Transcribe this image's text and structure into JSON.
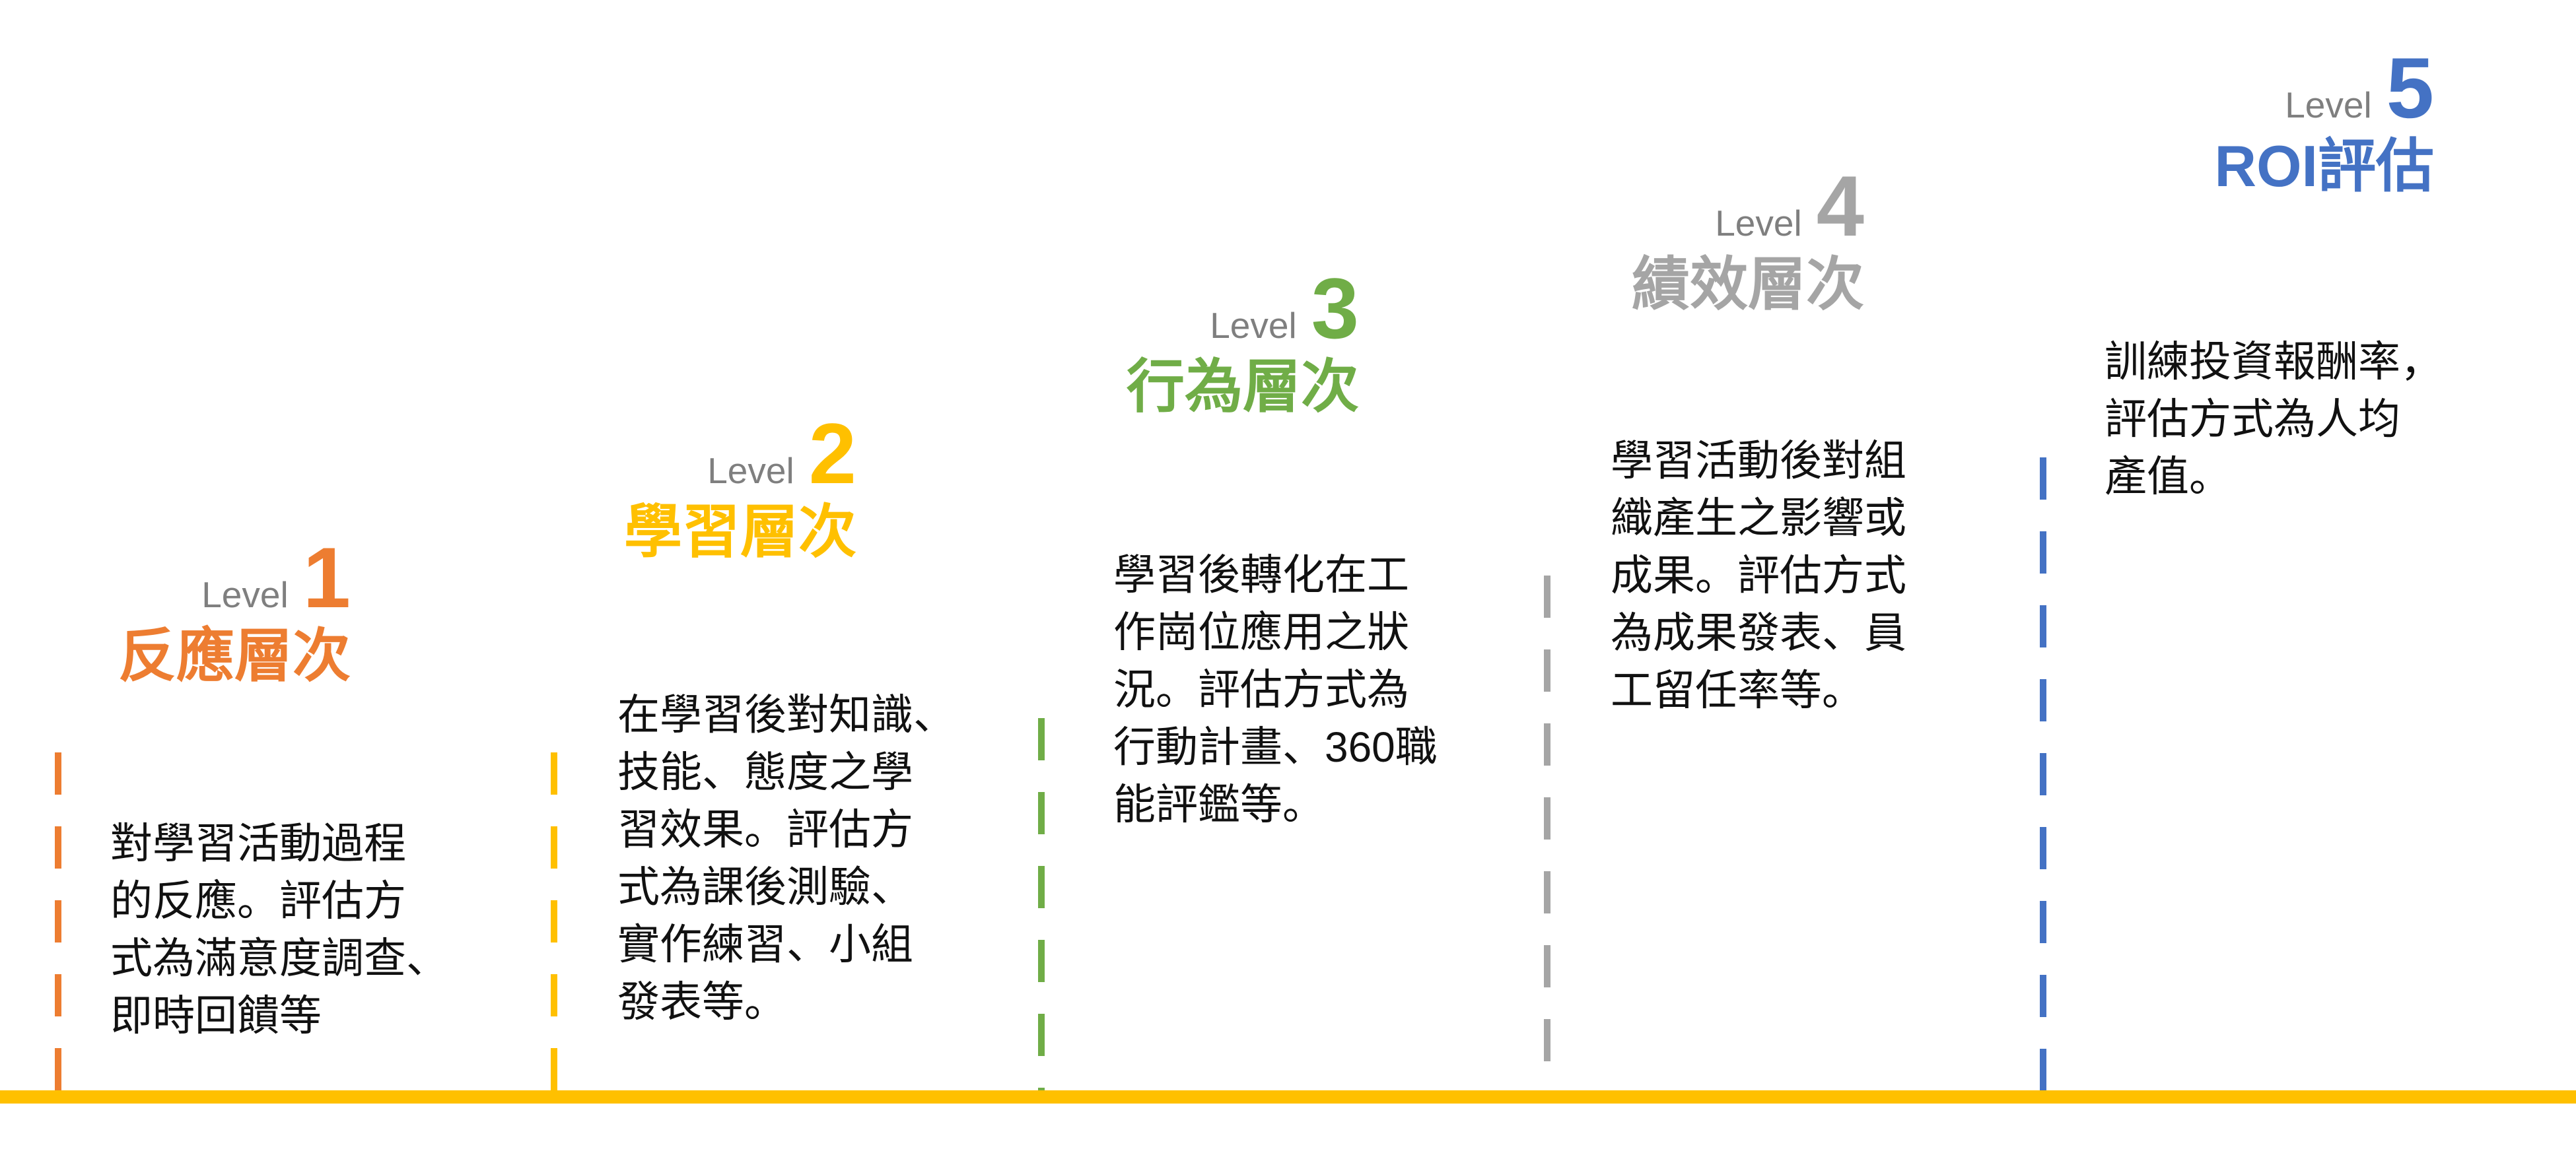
{
  "colors": {
    "l1": "#ED7D31",
    "l2": "#FFC000",
    "l3": "#70AD47",
    "l4": "#A5A5A5",
    "l5": "#4472C4",
    "axis": "#FFC000"
  },
  "levels": [
    {
      "word": "Level",
      "num": "1",
      "title": "反應層次",
      "lines": [
        "對學習活動過程",
        "的反應。評估方",
        "式為滿意度調查、",
        "即時回饋等"
      ]
    },
    {
      "word": "Level",
      "num": "2",
      "title": "學習層次",
      "lines": [
        "在學習後對知識、",
        "技能、態度之學",
        "習效果。評估方",
        "式為課後測驗、",
        "實作練習、小組",
        "發表等。"
      ]
    },
    {
      "word": "Level",
      "num": "3",
      "title": "行為層次",
      "lines": [
        "學習後轉化在工",
        "作崗位應用之狀",
        "況。評估方式為",
        "行動計畫、360職",
        "能評鑑等。"
      ]
    },
    {
      "word": "Level",
      "num": "4",
      "title": "績效層次",
      "lines": [
        "學習活動後對組",
        "織產生之影響或",
        "成果。評估方式",
        "為成果發表、員",
        "工留任率等。"
      ]
    },
    {
      "word": "Level",
      "num": "5",
      "title": "ROI評估",
      "lines": [
        "訓練投資報酬率，",
        "評估方式為人均",
        "產值。"
      ]
    }
  ]
}
